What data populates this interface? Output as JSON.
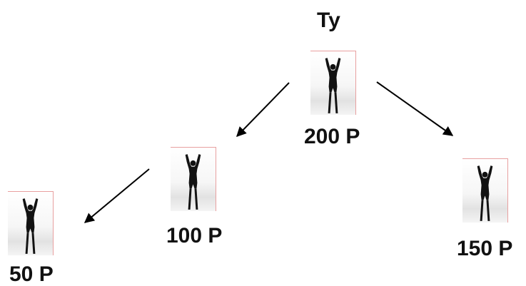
{
  "nodes": {
    "top": {
      "name": "Ty",
      "value": "200 P"
    },
    "middle_left": {
      "value": "100 P"
    },
    "right": {
      "value": "150 P"
    },
    "far_left": {
      "value": "50 P"
    }
  },
  "icons": {
    "person": "person-arms-raised-silhouette-icon",
    "arrow": "arrow-icon"
  },
  "colors": {
    "text": "#111111",
    "silhouette": "#121212",
    "photo_border": "#e8a0a0",
    "arrow": "#000000"
  }
}
